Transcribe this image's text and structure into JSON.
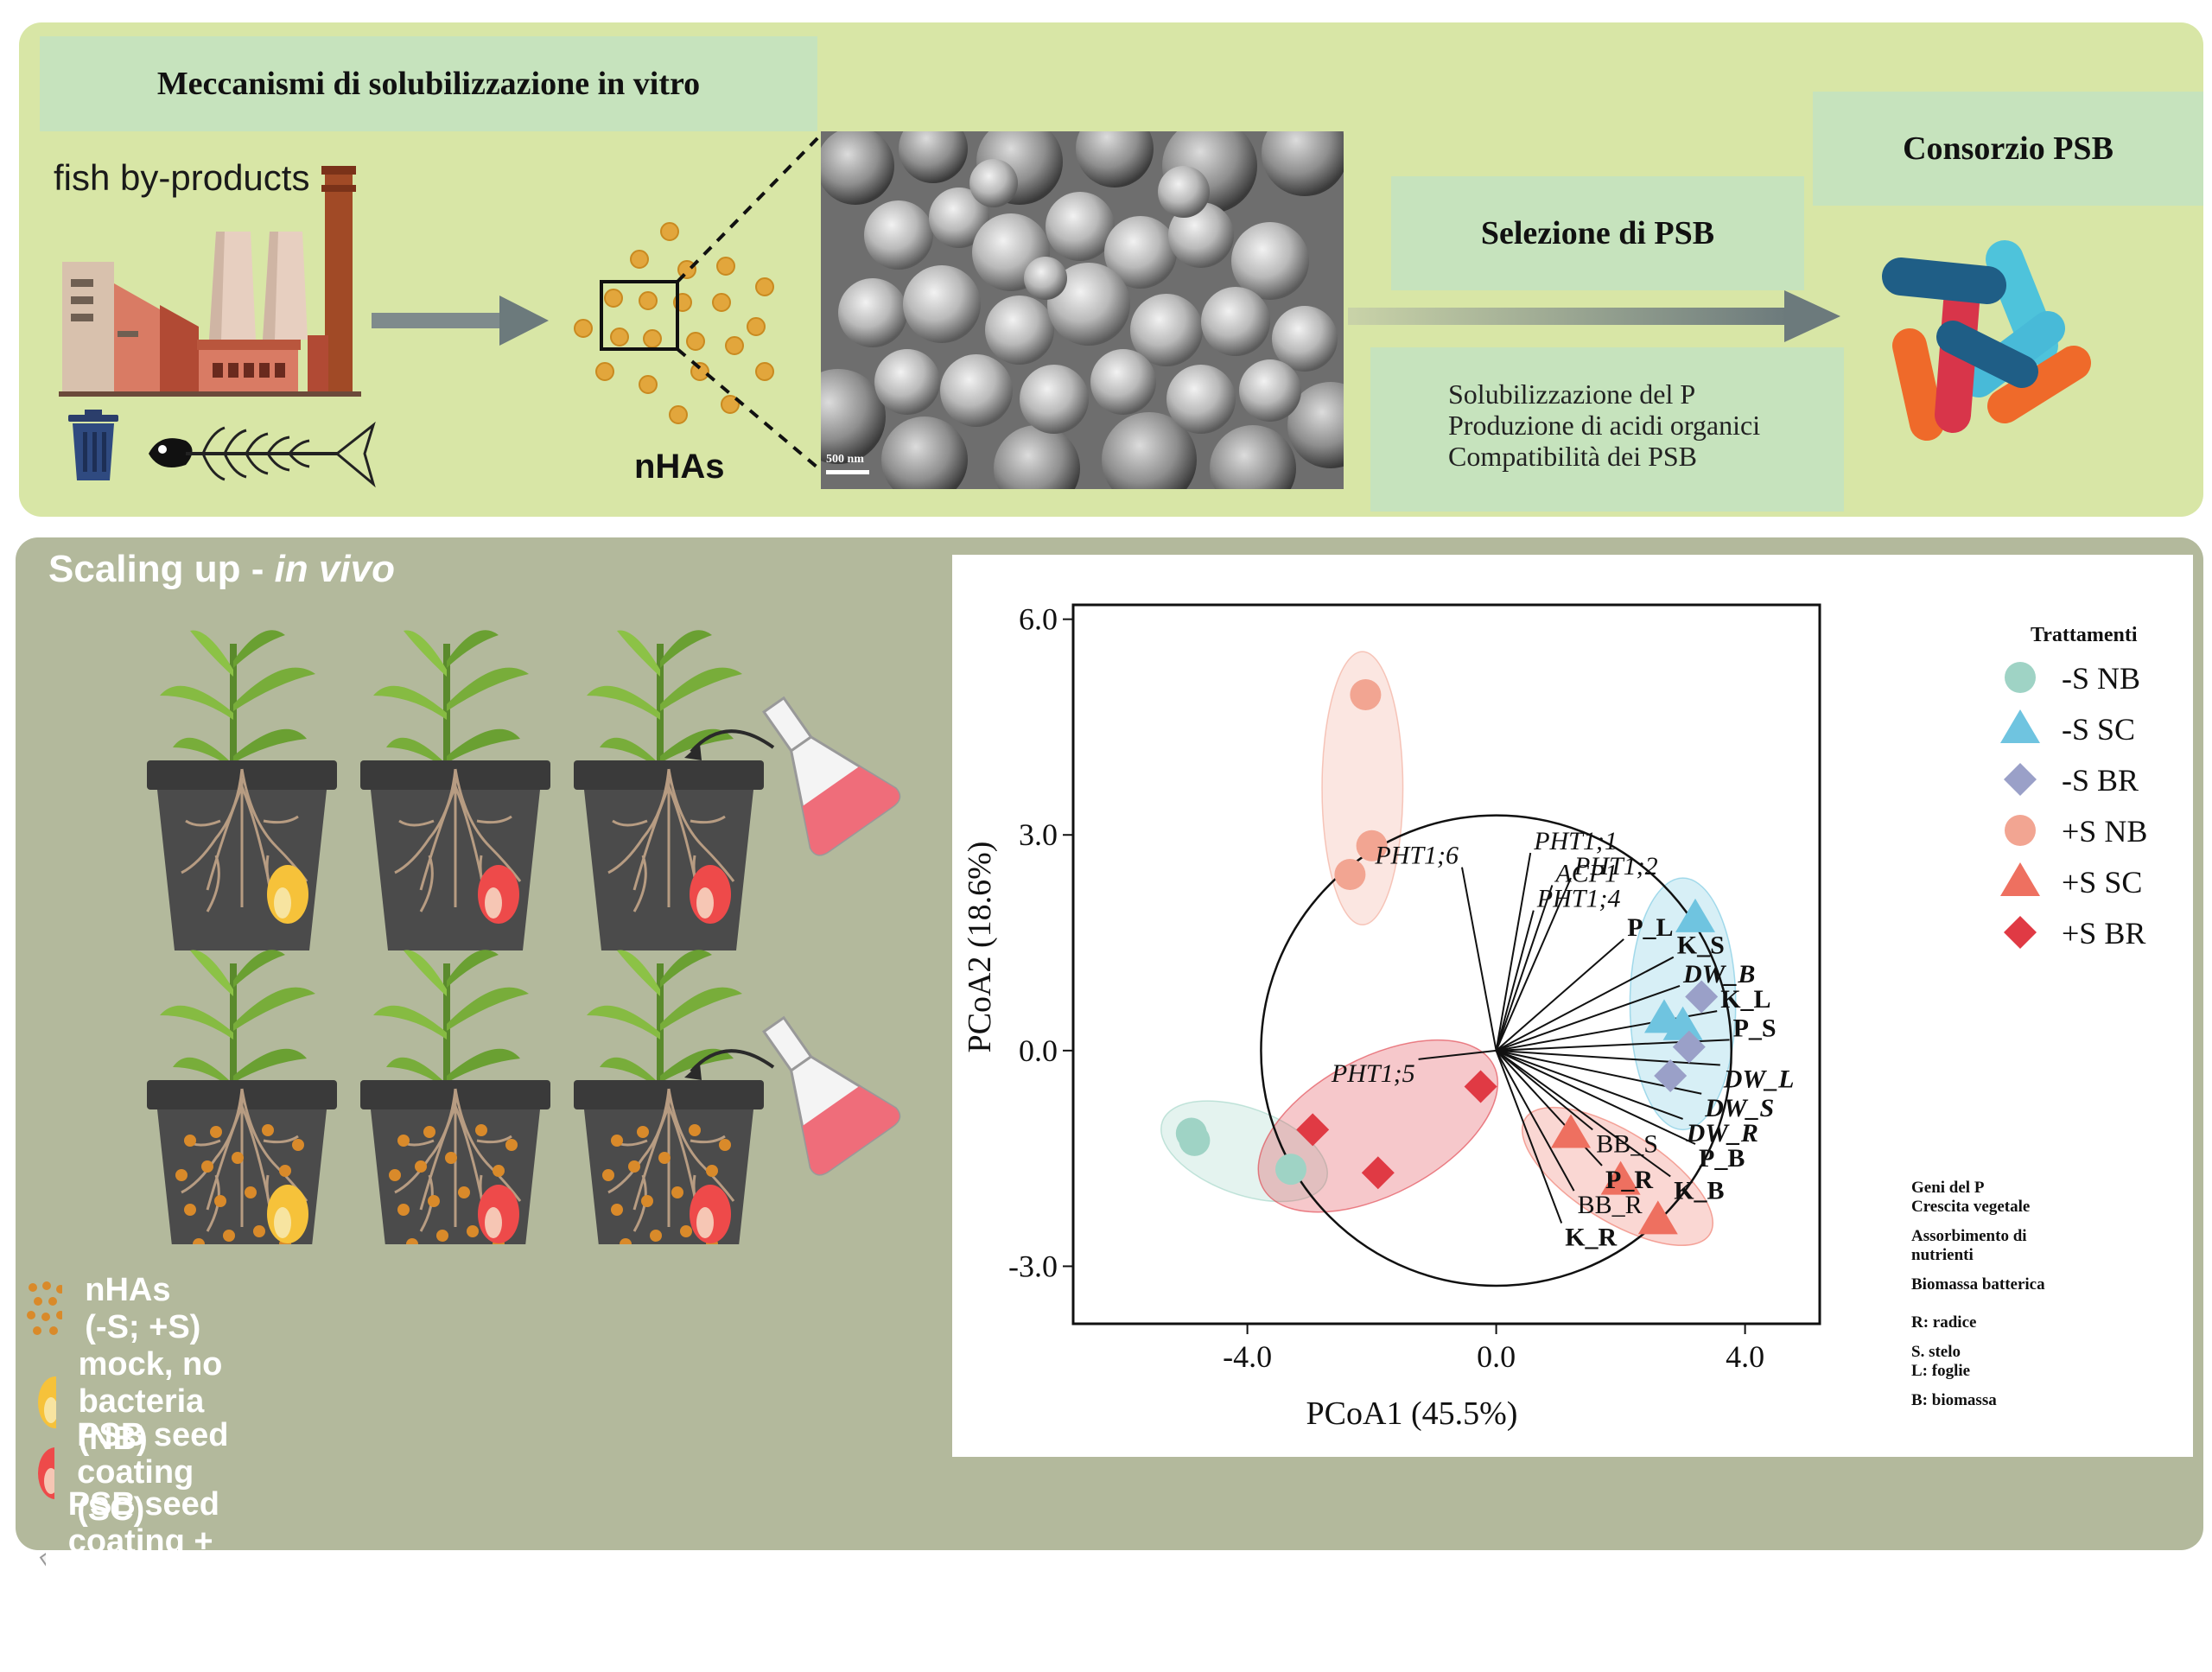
{
  "top_panel": {
    "title": "Meccanismi di solubilizzazione in vitro",
    "fish_label": "fish by-products",
    "nhas_label": "nHAs",
    "sem_scale_label": "500 nm",
    "selection_title": "Selezione di PSB",
    "selection_criteria": [
      "Solubilizzazione del P",
      "Produzione di acidi organici",
      "Compatibilità dei PSB"
    ],
    "consortium_title": "Consorzio PSB"
  },
  "bottom_panel": {
    "title_main": "Scaling up - ",
    "title_italic": "in vivo",
    "legend": [
      {
        "icon": "nanoparticles-icon",
        "label": "nHAs (-S; +S)"
      },
      {
        "icon": "yellow-seed-icon",
        "label": "mock, no bacteria (NB)"
      },
      {
        "icon": "red-seed-icon",
        "label": "PSB seed coating (SC)"
      },
      {
        "icon": "flask-icon",
        "label": "PSB seed coating + PSB reinforce (BR)"
      }
    ]
  },
  "chart_notes": {
    "lines": [
      "Geni del P",
      "Crescita vegetale",
      "Assorbimento di",
      "nutrienti",
      "Biomassa batterica",
      "R: radice",
      "S. stelo",
      "L: foglie",
      "B: biomassa"
    ]
  },
  "colors": {
    "teal": "#9fd3c5",
    "cyan": "#6fc4e0",
    "lavender": "#9aa0c8",
    "salmon": "#f2a592",
    "coral": "#ee7060",
    "red": "#e03a44"
  },
  "chart_data": {
    "type": "scatter",
    "xlabel": "PCoA1 (45.5%)",
    "ylabel": "PCoA2 (18.6%)",
    "xlim": [
      -6.8,
      5.2
    ],
    "ylim": [
      -3.8,
      6.2
    ],
    "xticks": [
      -4.0,
      0.0,
      4.0
    ],
    "xtick_labels": [
      "-4.0",
      "0.0",
      "4.0"
    ],
    "yticks": [
      -3.0,
      0.0,
      3.0,
      6.0
    ],
    "ytick_labels": [
      "-3.0",
      "0.0",
      "3.0",
      "6.0"
    ],
    "legend_title": "Trattamenti",
    "legend_position": "right",
    "series": [
      {
        "name": "-S NB",
        "marker": "circle",
        "color": "#9fd3c5",
        "points": [
          [
            -4.9,
            -1.15
          ],
          [
            -4.85,
            -1.25
          ],
          [
            -3.3,
            -1.65
          ]
        ]
      },
      {
        "name": "-S SC",
        "marker": "triangle",
        "color": "#6fc4e0",
        "points": [
          [
            3.2,
            1.85
          ],
          [
            2.7,
            0.45
          ],
          [
            3.0,
            0.35
          ]
        ]
      },
      {
        "name": "-S BR",
        "marker": "diamond",
        "color": "#9aa0c8",
        "points": [
          [
            3.3,
            0.75
          ],
          [
            3.1,
            0.05
          ],
          [
            2.8,
            -0.35
          ]
        ]
      },
      {
        "name": "+S NB",
        "marker": "circle",
        "color": "#f2a592",
        "points": [
          [
            -2.1,
            4.95
          ],
          [
            -2.0,
            2.85
          ],
          [
            -2.35,
            2.45
          ]
        ]
      },
      {
        "name": "+S SC",
        "marker": "triangle",
        "color": "#ee7060",
        "points": [
          [
            1.2,
            -1.15
          ],
          [
            2.0,
            -1.8
          ],
          [
            2.6,
            -2.35
          ]
        ]
      },
      {
        "name": "+S BR",
        "marker": "diamond",
        "color": "#e03a44",
        "points": [
          [
            -0.25,
            -0.5
          ],
          [
            -2.95,
            -1.1
          ],
          [
            -1.9,
            -1.7
          ]
        ]
      }
    ],
    "loading_circle": {
      "center": [
        0,
        0
      ],
      "radius": 3.78
    },
    "vectors": [
      {
        "label": "PHT1;6",
        "x": -0.55,
        "y": 2.55,
        "italic": true,
        "bold": false
      },
      {
        "label": "PHT1;1",
        "x": 0.55,
        "y": 2.75,
        "italic": true,
        "bold": false
      },
      {
        "label": "ACP1",
        "x": 0.9,
        "y": 2.3,
        "italic": true,
        "bold": false
      },
      {
        "label": "PHT1;2",
        "x": 1.2,
        "y": 2.4,
        "italic": true,
        "bold": false
      },
      {
        "label": "PHT1;4",
        "x": 0.6,
        "y": 1.95,
        "italic": true,
        "bold": false
      },
      {
        "label": "P_L",
        "x": 2.05,
        "y": 1.55,
        "italic": false,
        "bold": true
      },
      {
        "label": "K_S",
        "x": 2.85,
        "y": 1.3,
        "italic": false,
        "bold": true
      },
      {
        "label": "DW_B",
        "x": 2.95,
        "y": 0.9,
        "italic": true,
        "bold": true
      },
      {
        "label": "K_L",
        "x": 3.55,
        "y": 0.55,
        "italic": false,
        "bold": true
      },
      {
        "label": "P_S",
        "x": 3.75,
        "y": 0.15,
        "italic": false,
        "bold": true
      },
      {
        "label": "DW_L",
        "x": 3.6,
        "y": -0.2,
        "italic": true,
        "bold": true
      },
      {
        "label": "DW_S",
        "x": 3.3,
        "y": -0.6,
        "italic": true,
        "bold": true
      },
      {
        "label": "DW_R",
        "x": 3.0,
        "y": -0.95,
        "italic": true,
        "bold": true
      },
      {
        "label": "P_B",
        "x": 3.2,
        "y": -1.3,
        "italic": false,
        "bold": true
      },
      {
        "label": "K_B",
        "x": 2.8,
        "y": -1.75,
        "italic": false,
        "bold": true
      },
      {
        "label": "BB_S",
        "x": 1.55,
        "y": -1.1,
        "italic": false,
        "bold": false
      },
      {
        "label": "P_R",
        "x": 1.7,
        "y": -1.6,
        "italic": false,
        "bold": true
      },
      {
        "label": "BB_R",
        "x": 1.25,
        "y": -1.95,
        "italic": false,
        "bold": false
      },
      {
        "label": "K_R",
        "x": 1.05,
        "y": -2.4,
        "italic": false,
        "bold": true
      },
      {
        "label": "PHT1;5",
        "x": -1.25,
        "y": -0.12,
        "italic": true,
        "bold": false
      }
    ]
  }
}
